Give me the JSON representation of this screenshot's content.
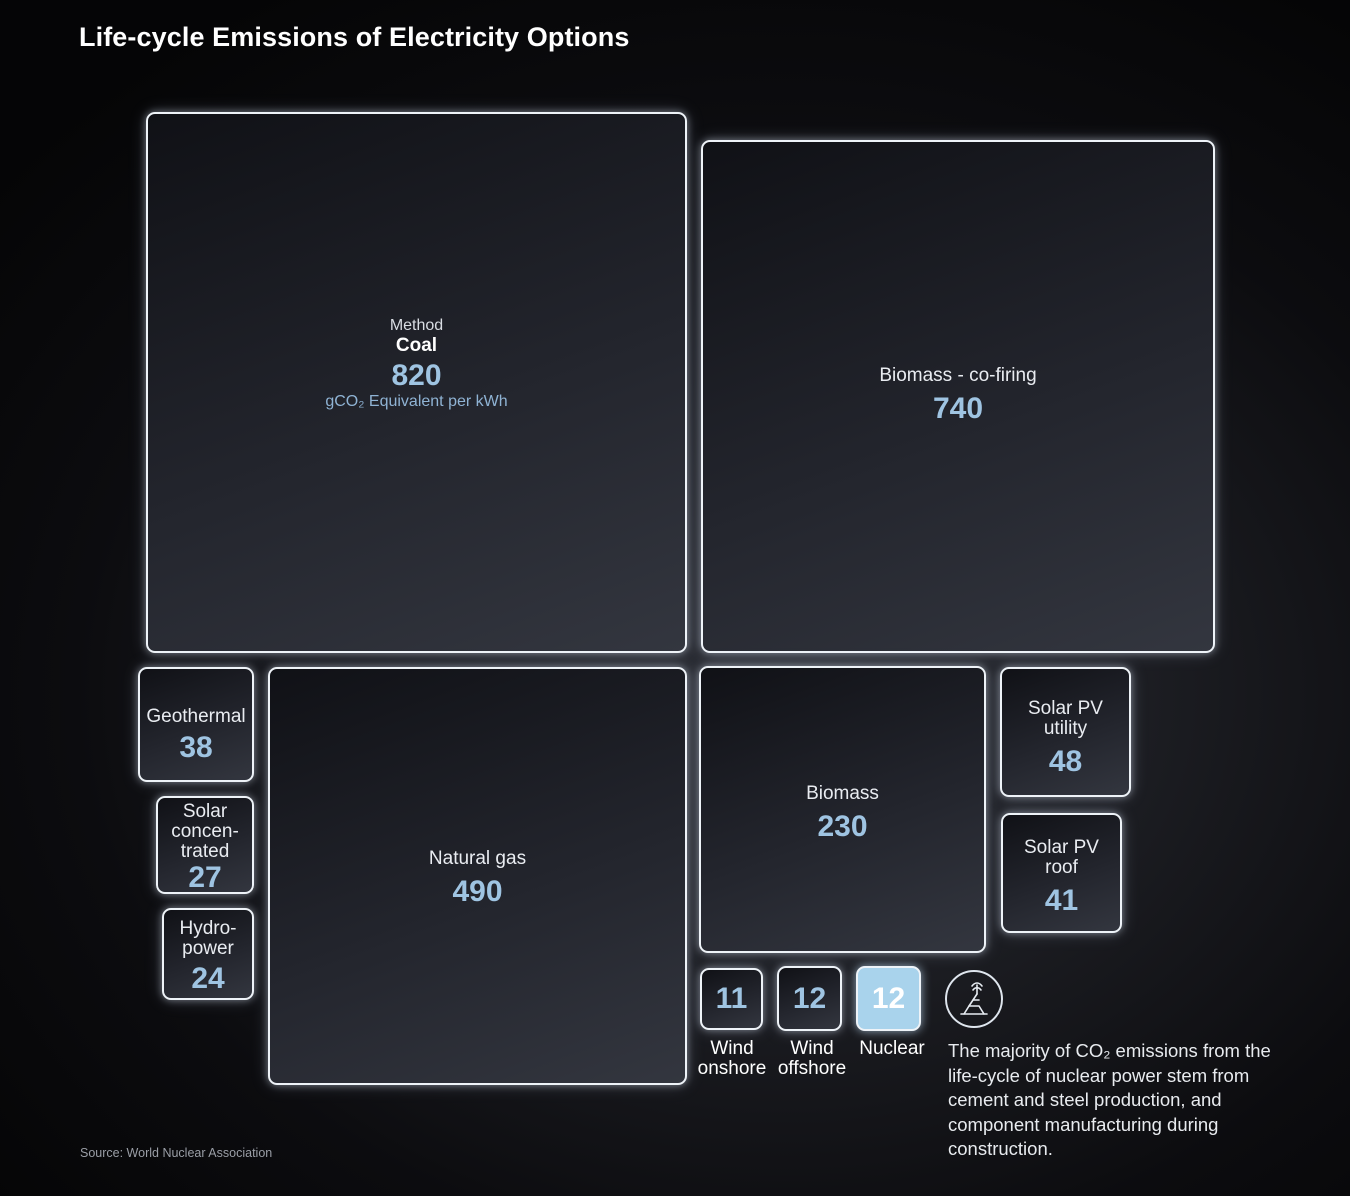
{
  "chart_data": {
    "type": "treemap",
    "title": "Life-cycle Emissions of Electricity Options",
    "header_label": "Method",
    "unit": "gCO₂ Equivalent per kWh",
    "items": [
      {
        "label": "Coal",
        "value": 820
      },
      {
        "label": "Biomass - co-firing",
        "value": 740
      },
      {
        "label": "Natural gas",
        "value": 490
      },
      {
        "label": "Biomass",
        "value": 230
      },
      {
        "label": "Solar PV utility",
        "value": 48
      },
      {
        "label": "Solar PV roof",
        "value": 41
      },
      {
        "label": "Geothermal",
        "value": 38
      },
      {
        "label": "Solar concen-trated",
        "value": 27
      },
      {
        "label": "Hydro-power",
        "value": 24
      },
      {
        "label": "Wind offshore",
        "value": 12
      },
      {
        "label": "Nuclear",
        "value": 12
      },
      {
        "label": "Wind onshore",
        "value": 11
      }
    ],
    "highlight": "Nuclear",
    "colors": {
      "value": "#9fc4e2",
      "highlight_fill": "#a9d3ec",
      "border": "#eef3f8"
    },
    "annotation": "The majority of CO₂ emissions from the life-cycle of nuclear power stem from cement and steel production, and component manufacturing during construction.",
    "annotation_icon": "construction-crane-icon",
    "source": "Source: World Nuclear Association"
  }
}
